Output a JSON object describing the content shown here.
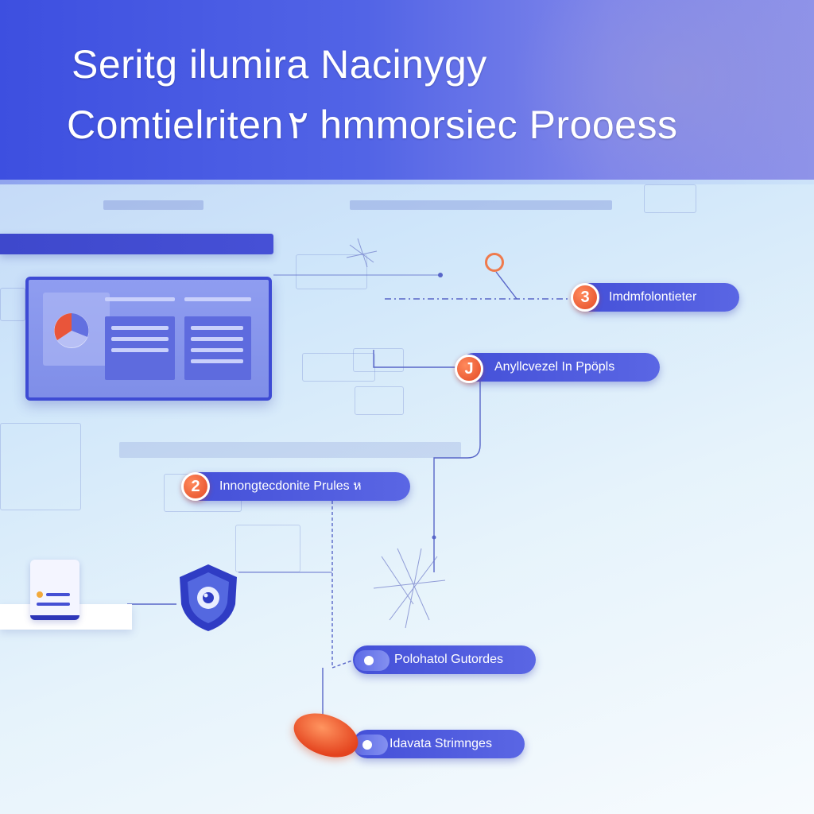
{
  "header": {
    "title_line_1": "Seritg ilumira Nacinygy",
    "title_line_2": "Comtielriten ٢ hmmorsiec Prooess"
  },
  "steps": [
    {
      "badge": "3",
      "label": "Imdmfolontieter"
    },
    {
      "badge": "J",
      "label": "Anyllcvezel In Ppöpls"
    },
    {
      "badge": "2",
      "label": "Innongtecdonite Prules ห"
    },
    {
      "badge": "",
      "label": "Polohatol Gutordes"
    },
    {
      "badge": "",
      "label": "Idavata Strimnges"
    }
  ],
  "icons": {
    "pie": "pie-chart-icon",
    "shield": "shield-icon",
    "document": "document-icon"
  },
  "colors": {
    "header_start": "#3d4fe0",
    "step_fill": "#4450d8",
    "badge": "#e34a26"
  }
}
